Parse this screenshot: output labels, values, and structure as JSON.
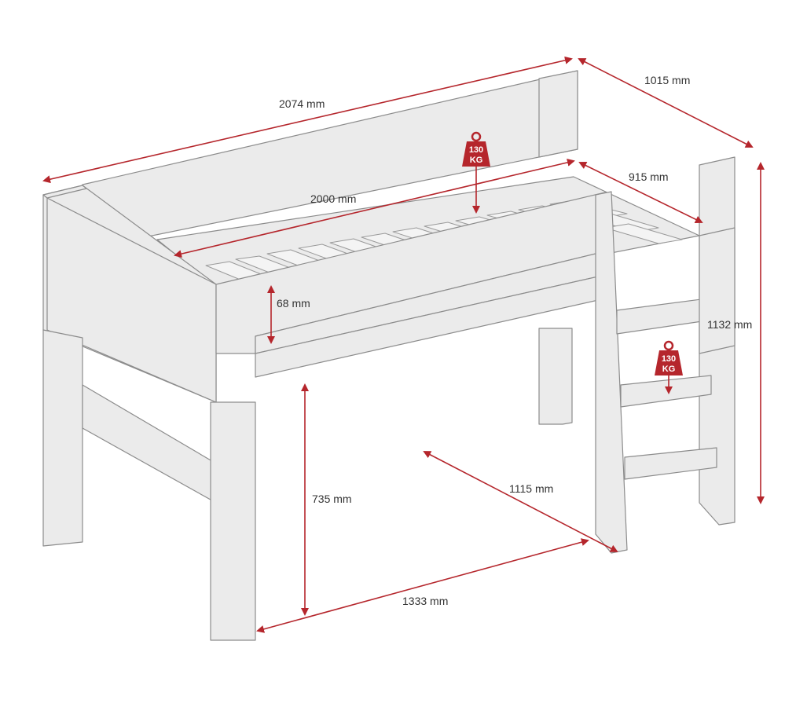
{
  "colors": {
    "dimension_line": "#b5262c",
    "bed_fill": "#ebebeb",
    "bed_stroke": "#8c8c8c",
    "label": "#333333",
    "weight_fill": "#b5262c"
  },
  "dimensions": {
    "overall_length": "2074 mm",
    "overall_depth": "1015 mm",
    "mattress_length": "2000 mm",
    "mattress_width": "915 mm",
    "rail_height": "68 mm",
    "overall_height": "1132 mm",
    "under_bed_clearance": "735 mm",
    "ladder_offset": "1115 mm",
    "ladder_footprint": "1333 mm"
  },
  "weights": {
    "mattress_load_top": "130",
    "mattress_load_bottom": "KG",
    "ladder_load_top": "130",
    "ladder_load_bottom": "KG"
  },
  "icons": {
    "weight": "weight-icon"
  }
}
